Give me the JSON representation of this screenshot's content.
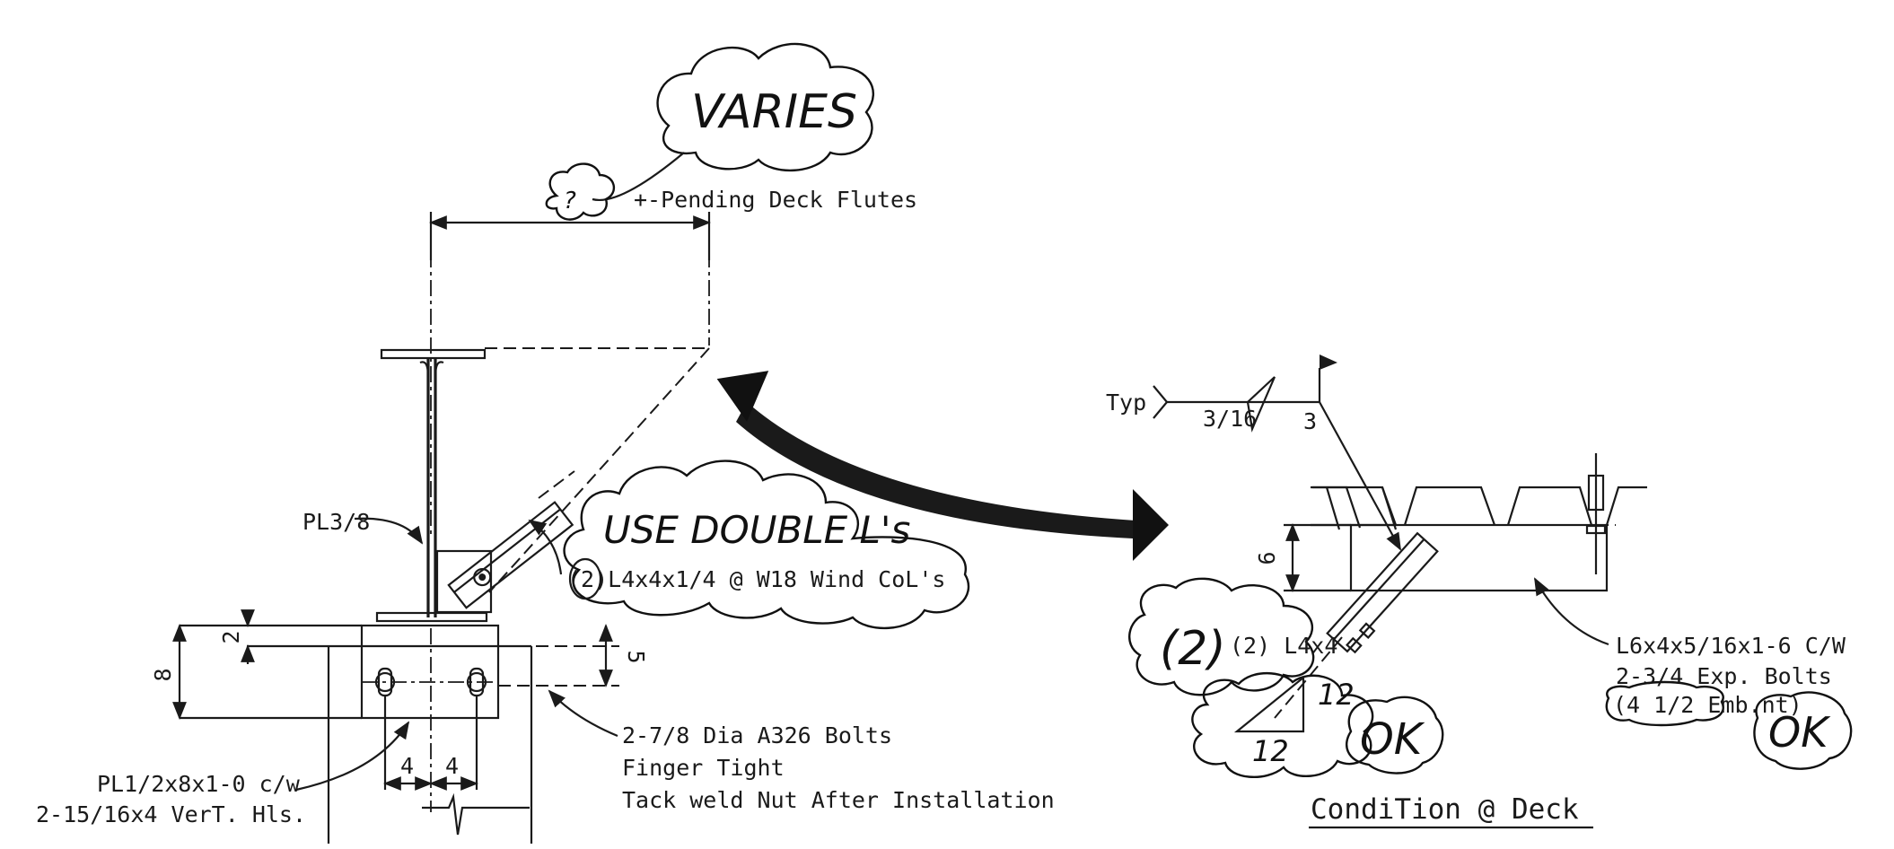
{
  "notes": {
    "varies": "VARIES",
    "question": "?",
    "pending": "+-Pending Deck Flutes",
    "use_double": "USE DOUBLE L's",
    "ok_left": "OK",
    "ok_right": "OK",
    "slope_rise": "12",
    "slope_run": "12"
  },
  "left_detail": {
    "plate_small": "PL3/8",
    "angle_callout": "(2)L4x4x1/4 @ W18 Wind CoL's",
    "plate_main_1": "PL1/2x8x1-0 c/w",
    "plate_main_2": "2-15/16x4 VerT. Hls.",
    "bolts_1": "2-7/8 Dia A326 Bolts",
    "bolts_2": "Finger Tight",
    "bolts_3": "Tack weld Nut After Installation",
    "dim_8": "8",
    "dim_2": "2",
    "dim_5": "5",
    "dim_4a": "4",
    "dim_4b": "4"
  },
  "right_detail": {
    "typ": "Typ",
    "weld_size": "3/16",
    "weld_length": "3",
    "dim_6": "6",
    "angle_label": "(2) L4x4",
    "angle_2_1": "L6x4x5/16x1-6 C/W",
    "angle_2_2": "2-3/4 Exp. Bolts",
    "angle_2_3": "(4 1/2 Emb.nt)",
    "title": "CondiTion @ Deck"
  }
}
